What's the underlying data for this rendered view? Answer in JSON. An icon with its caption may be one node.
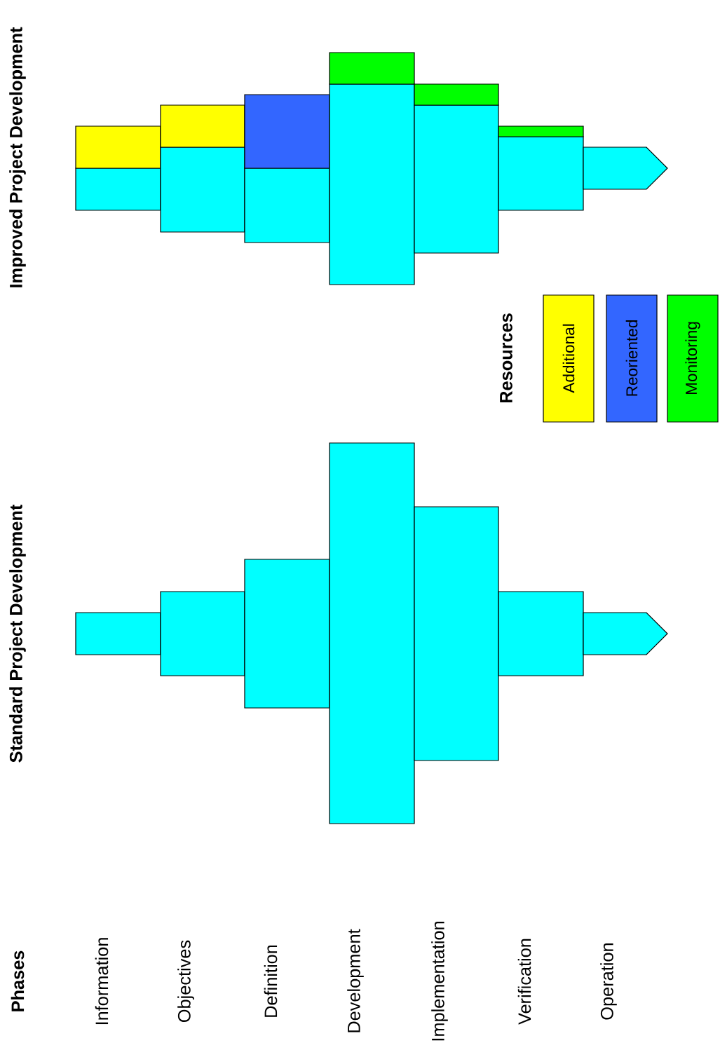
{
  "diagram": {
    "labels": [
      "Standard Project Development",
      "Improved Project Development",
      "Resources",
      "Phases",
      "Information",
      "Objectives",
      "Definition",
      "Development",
      "Implementation",
      "Verification",
      "Operation"
    ],
    "legend": [
      {
        "text": "Additional",
        "color": "#ffff00"
      },
      {
        "text": "Reoriented",
        "color": "#3366ff"
      },
      {
        "text": "Monitoring",
        "color": "#00ff00"
      }
    ]
  }
}
